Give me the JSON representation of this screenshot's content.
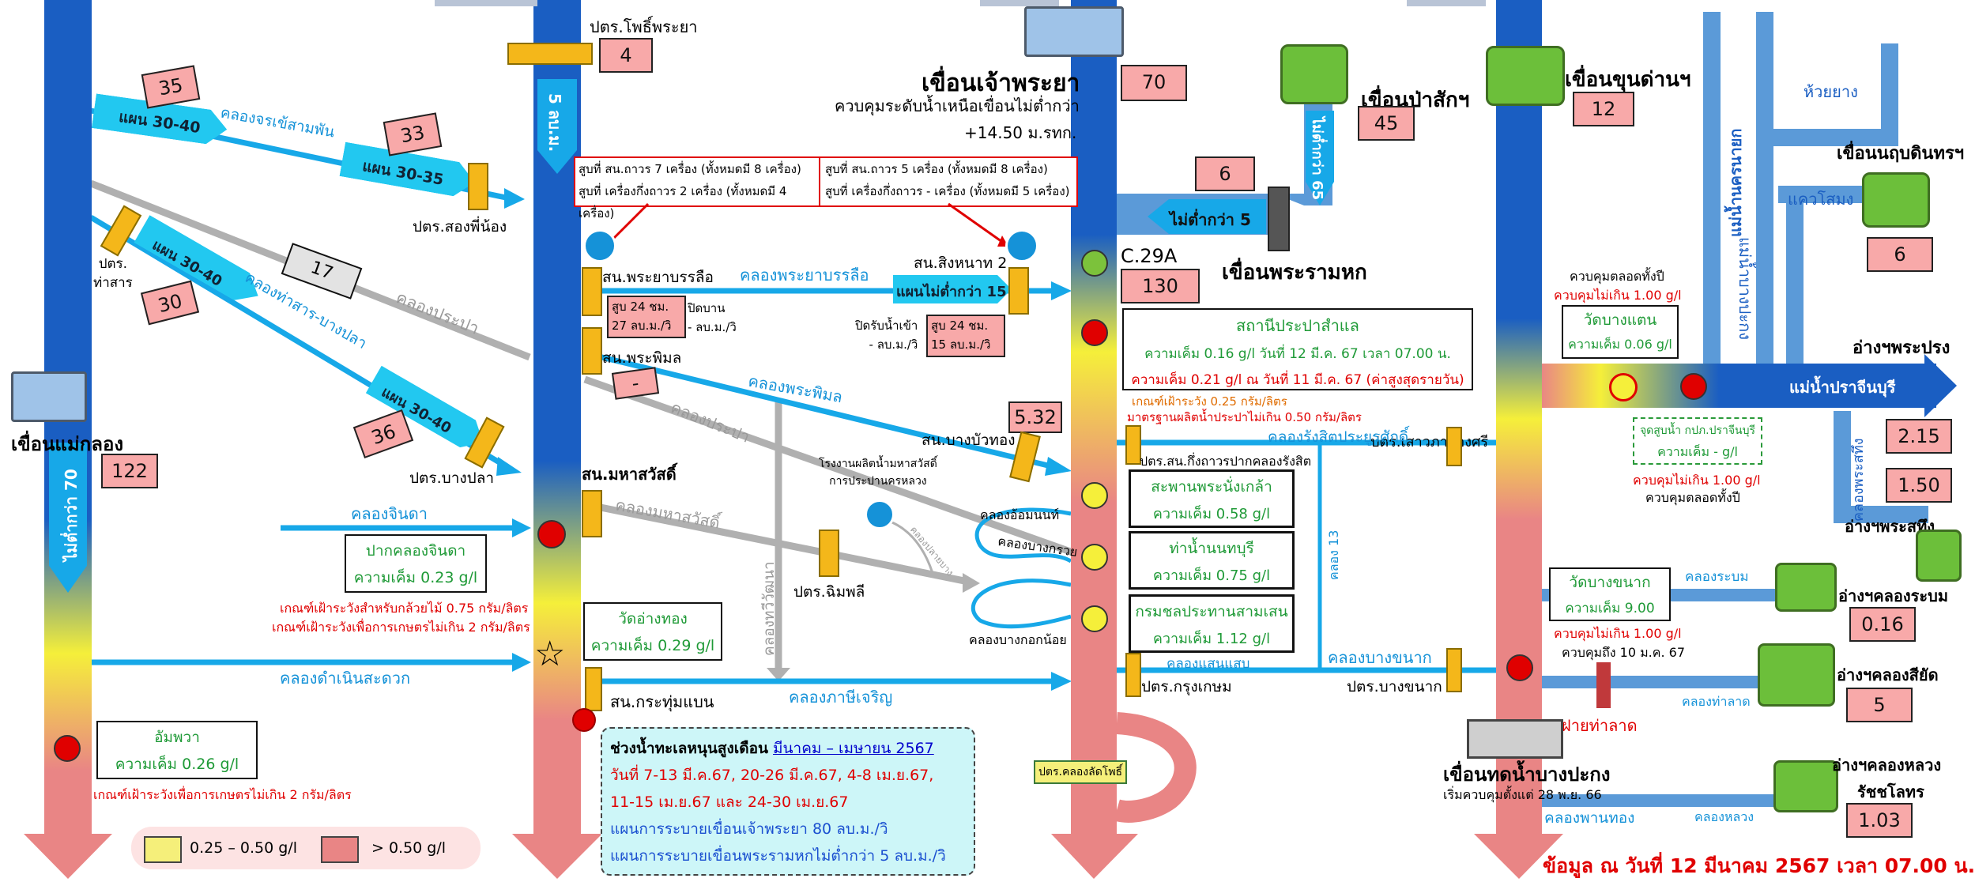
{
  "colors": {
    "river_blue": "#1a5ec2",
    "canal": "#17a8e8",
    "salt_red": "#e98585",
    "salt_yellow": "#f5ef3a"
  },
  "rivers": {
    "maeklong_flow": "ไม่ต่ำกว่า 70",
    "tachin_flow": "5 ลบ.ม.",
    "pasak_flow": "ไม่ต่ำกว่า 65",
    "rama6_flow": "ไม่ต่ำกว่า 5",
    "prachin": "แม่น้ำปราจีนบุรี",
    "nakhon_nayok": "แม่น้ำนครนายก",
    "hui_yang": "ห้วยยาง",
    "bang_pakong_river": "แม่น้ำบางปะกง"
  },
  "dams": {
    "maeklong": {
      "name": "เขื่อนแม่กลอง",
      "value": "122"
    },
    "chaophraya": {
      "name": "เขื่อนเจ้าพระยา",
      "value": "70",
      "note1": "ควบคุมระดับน้ำเหนือเขื่อนไม่ต่ำกว่า",
      "note2": "+14.50 ม.รทก."
    },
    "pasak": {
      "name": "เขื่อนป่าสักฯ",
      "value": "45"
    },
    "rama6": {
      "name": "เขื่อนพระรามหก",
      "value": "6"
    },
    "khundan": {
      "name": "เขื่อนขุนด่านฯ",
      "value": "12"
    },
    "naruebodin": {
      "name": "เขื่อนนฤบดินทรฯ",
      "value": "6"
    },
    "bangpakong": {
      "name": "เขื่อนทดน้ำบางปะกง",
      "sub": "เริ่มควบคุมตั้งแต่ 28 พ.ย. 66"
    }
  },
  "west": {
    "canal1": "คลองจรเข้สามพัน",
    "canal2": "คลองท่าสาร-บางปลา",
    "canal3": "คลองประปา",
    "canal4": "คลองจินดา",
    "canal5": "คลองดำเนินสะดวก",
    "plan1": "แผน 30-40",
    "plan2": "แผน 30-35",
    "plan3": "แผน 30-40",
    "plan4": "แผน 30-40",
    "v35": "35",
    "v33": "33",
    "v30": "30",
    "v17": "17",
    "v36": "36",
    "pt_songpinong": "ปตร.สองพี่น้อง",
    "pt_thasan": "ปตร.\nท่าสาร",
    "pt_bangpla": "ปตร.บางปลา",
    "chinda_name": "ปากคลองจินดา",
    "chinda_sal": "ความเค็ม 0.23 g/l",
    "chinda_note1": "เกณฑ์เฝ้าระวังสำหรับกล้วยไม้ 0.75 กรัม/ลิตร",
    "chinda_note2": "เกณฑ์เฝ้าระวังเพื่อการเกษตรไม่เกิน 2 กรัม/ลิตร",
    "amphawa_name": "อัมพวา",
    "amphawa_sal": "ความเค็ม 0.26 g/l",
    "amphawa_note": "เกณฑ์เฝ้าระวังเพื่อการเกษตรไม่เกิน 2 กรัม/ลิตร"
  },
  "legend": {
    "yellow": "0.25 – 0.50 g/l",
    "red": "> 0.50 g/l"
  },
  "tachin": {
    "pt_phophraya": "ปตร.โพธิ์พระยา",
    "v4": "4",
    "pump1_l1": "สูบที่ สน.ถาวร 7 เครื่อง (ทั้งหมดมี 8 เครื่อง)",
    "pump1_l2": "สูบที่ เครื่องกึ่งถาวร 2 เครื่อง (ทั้งหมดมี 4 เครื่อง)",
    "pump2_l1": "สูบที่ สน.ถาวร 5 เครื่อง (ทั้งหมดมี 8 เครื่อง)",
    "pump2_l2": "สูบที่ เครื่องกึ่งถาวร - เครื่อง (ทั้งหมดมี 5 เครื่อง)",
    "phraya_banlue": "สน.พระยาบรรลือ",
    "canal_phraya_banlue": "คลองพระยาบรรลือ",
    "singhanat": "สน.สิงหนาท 2",
    "plan15": "แผนไม่ต่ำกว่า 15",
    "pump24a": "สูบ 24 ชม.\n27 ลบ.ม./วิ",
    "closed1": "ปิดบาน\n- ลบ.ม./วิ",
    "closed2": "ปิดรับน้ำเข้า\n- ลบ.ม./วิ",
    "pump24b": "สูบ 24 ชม.\n15 ลบ.ม./วิ",
    "phraphimon": "สน.พระพิมล",
    "dash": "-",
    "canal_phraphimon": "คลองพระพิมล",
    "bangbuathong": "สน.บางบัวทอง",
    "v532": "5.32",
    "khlong_prapa": "คลองประปา",
    "mahasawat": "สน.มหาสวัสดิ์",
    "canal_mahasawat": "คลองมหาสวัสดิ์",
    "plant": "โรงงานผลิตน้ำมหาสวัสดิ์\nการประปานครหลวง",
    "khlong_plai_bang": "คลองปลายบาง",
    "khlong_om_non": "คลองอ้อมนนท์",
    "khlong_bang_kruai": "คลองบางกรวย",
    "khlong_bangkok_noi": "คลองบางกอกน้อย",
    "pt_imphli": "ปตร.ฉิมพลี",
    "thawiwatthana": "คลองทวีวัฒนา",
    "wat_angthong": "วัดอ่างทอง",
    "wat_angthong_sal": "ความเค็ม 0.29 g/l",
    "krathumbaen": "สน.กระทุ่มแบน",
    "phasi": "คลองภาษีเจริญ",
    "tide_title": "ช่วงน้ำทะเลหนุนสูงเดือน",
    "tide_month": "มีนาคม – เมษายน 2567",
    "tide_l1": "วันที่ 7-13 มี.ค.67, 20-26 มี.ค.67, 4-8 เม.ย.67,",
    "tide_l2": "11-15 เม.ย.67 และ 24-30 เม.ย.67",
    "tide_l3": "แผนการระบายเขื่อนเจ้าพระยา 80 ลบ.ม./วิ",
    "tide_l4": "แผนการระบายเขื่อนพระรามหกไม่ต่ำกว่า 5 ลบ.ม./วิ"
  },
  "chaophraya": {
    "c29a": "C.29A",
    "v130": "130",
    "samlae_name": "สถานีประปาสำแล",
    "samlae_l1": "ความเค็ม 0.16 g/l วันที่ 12 มี.ค. 67 เวลา 07.00 น.",
    "samlae_l2": "ความเค็ม 0.21 g/l ณ วันที่ 11 มี.ค. 67 (ค่าสูงสุดรายวัน)",
    "note_l1": "เกณฑ์เฝ้าระวัง 0.25 กรัม/ลิตร",
    "note_l2": "มาตรฐานผลิตน้ำประปาไม่เกิน 0.50 กรัม/ลิตร",
    "pt_saophanga": "ปตร.เสาวภาผ่องศรี",
    "rangsit": "คลองรังสิตประยูรศักดิ์",
    "pt_paklong_rangsit": "ปตร.สน.กึ่งถาวรปากคลองรังสิต",
    "nonklao": "สะพานพระนั่งเกล้า",
    "nonklao_sal": "ความเค็ม 0.58 g/l",
    "nonthaburi": "ท่าน้ำนนทบุรี",
    "nonthaburi_sal": "ความเค็ม 0.75 g/l",
    "samsen": "กรมชลประทานสามเสน",
    "samsen_sal": "ความเค็ม 1.12 g/l",
    "khlong13": "คลอง 13",
    "saensaep": "คลองแสนแสบ",
    "pt_krungkasem": "ปตร.กรุงเกษม",
    "bangkhanak_canal": "คลองบางขนาก",
    "pt_bangkhanak": "ปตร.บางขนาก",
    "pt_latpho": "ปตร.คลองลัดโพธิ์"
  },
  "east": {
    "ctrl_all_year1": "ควบคุมตลอดทั้งปี",
    "ctrl_limit1": "ควบคุมไม่เกิน 1.00 g/l",
    "watbangkang": "วัดบางแตน",
    "watbangkang_sal": "ความเค็ม 0.06 g/l",
    "prachin_intake": "จุดสูบน้ำ กปภ.ปราจีนบุรี",
    "prachin_intake_sal": "ความเค็ม - g/l",
    "ctrl_limit2": "ควบคุมไม่เกิน 1.00 g/l",
    "ctrl_all_year2": "ควบคุมตลอดทั้งปี",
    "khwae_som": "แควโสมง",
    "ang_phraprong": "อ่างฯพระปรง",
    "v215": "2.15",
    "v150": "1.50",
    "ang_phrasathueng": "อ่างฯพระสทึง",
    "khlong_phrasathueng": "คลองพระสทึง",
    "ang_rabom": "อ่างฯคลองระบม",
    "v016": "0.16",
    "khlong_rabom": "คลองระบม",
    "ang_siyat": "อ่างฯคลองสียัด",
    "v5": "5",
    "khlong_thalat": "คลองท่าลาด",
    "fai_thalat": "ฝายท่าลาด",
    "ang_luang1": "อ่างฯคลองหลวง",
    "ang_luang2": "รัชชโลทร",
    "v103": "1.03",
    "khlong_luang": "คลองหลวง",
    "khlong_phanthong": "คลองพานทอง",
    "watbangkhanak": "วัดบางขนาก",
    "watbangkhanak_sal": "ความเค็ม 9.00",
    "ctrl_limit3": "ควบคุมไม่เกิน 1.00 g/l",
    "ctrl_until": "ควบคุมถึง 10 ม.ค. 67",
    "date_footer": "ข้อมูล ณ วันที่  12  มีนาคม 2567  เวลา 07.00 น."
  }
}
